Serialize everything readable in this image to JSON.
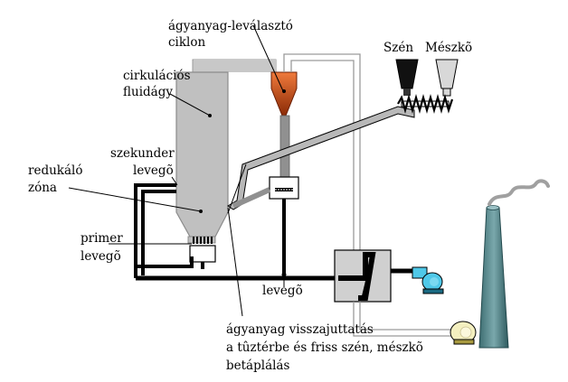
{
  "labels": {
    "cyclone": [
      "ágyanyag-leválasztó",
      "ciklon"
    ],
    "fluidized_bed": [
      "cirkulációs",
      "fluidágy"
    ],
    "secondary_air": [
      "szekunder",
      "levegõ"
    ],
    "reduction_zone": [
      "redukáló",
      "zóna"
    ],
    "primary_air": [
      "primer",
      "levegõ"
    ],
    "air": "levegõ",
    "coal": "Szén",
    "limestone": "Mészkõ",
    "recirculation": [
      "ágyanyag visszajuttatás",
      "a tûztérbe és friss szén, mészkõ",
      "betáplálás"
    ]
  },
  "colors": {
    "vessel_gray": "#c0c0c0",
    "cyclone_orange": "#c8501a",
    "fan_blue": "#4fc8e8",
    "fan_yellow": "#f4f0c0",
    "stack_teal": "#4a7a7e",
    "pipe_black": "#000000"
  },
  "icons": [
    "cyclone",
    "coal-hopper",
    "limestone-hopper",
    "screw-conveyor",
    "heat-exchanger",
    "blue-fan",
    "yellow-fan",
    "chimney",
    "smoke"
  ]
}
